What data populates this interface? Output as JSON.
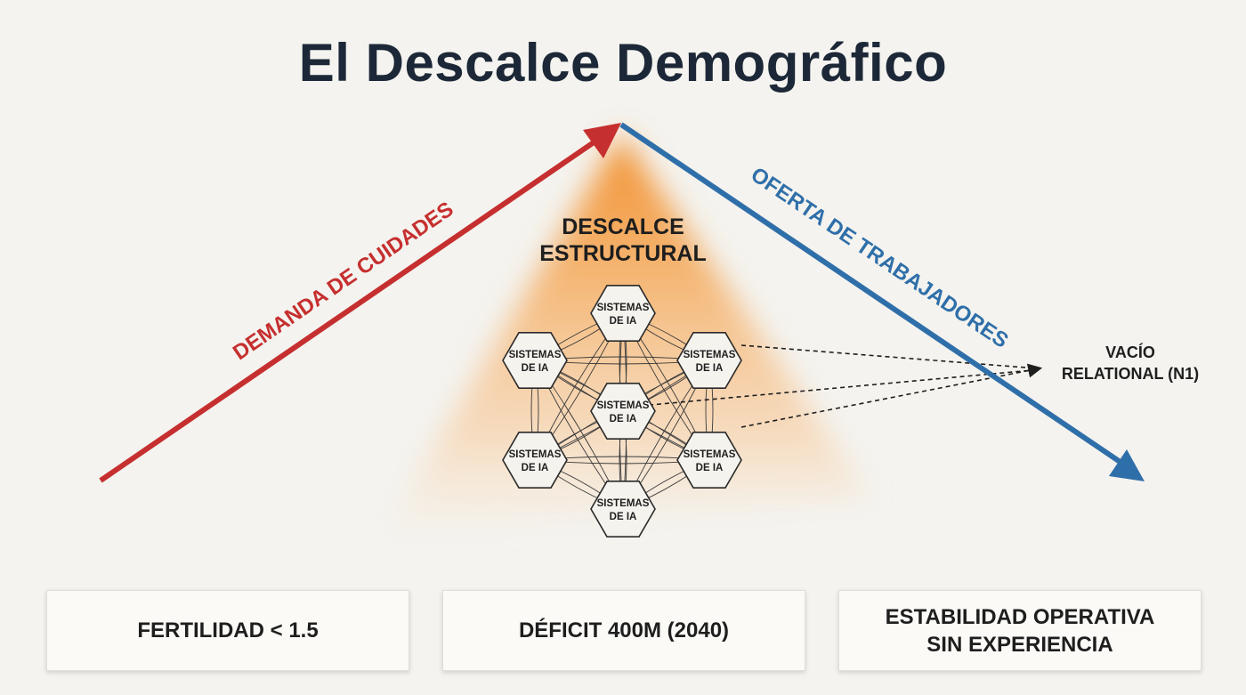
{
  "title": "El Descalce Demográfico",
  "arrows": {
    "demand_label": "DEMANDA DE CUIDADES",
    "supply_label": "OFERTA DE TRABAJADORES",
    "demand_color": "#c62f2f",
    "supply_color": "#2f6fa9"
  },
  "center": {
    "label": "DESCALCE\nESTRUCTURAL",
    "glow_color": "#f39233"
  },
  "hexagons": [
    {
      "id": "top",
      "line1": "SISTEMAS",
      "line2": "DE IA"
    },
    {
      "id": "upper-left",
      "line1": "SISTEMAS",
      "line2": "DE IA"
    },
    {
      "id": "upper-right",
      "line1": "SISTEMAS",
      "line2": "DE IA"
    },
    {
      "id": "middle",
      "line1": "SISTEMAS",
      "line2": "DE IA"
    },
    {
      "id": "lower-left",
      "line1": "SISTEMAS",
      "line2": "DE IA"
    },
    {
      "id": "lower-right",
      "line1": "SISTEMAS",
      "line2": "DE IA"
    },
    {
      "id": "bottom",
      "line1": "SISTEMAS",
      "line2": "DE IA"
    }
  ],
  "gap_label": {
    "line1": "VACÍO",
    "line2": "RELATIONAL (N1)"
  },
  "boxes": [
    {
      "text": "FERTILIDAD < 1.5"
    },
    {
      "text": "DÉFICIT 400M (2040)"
    },
    {
      "text": "ESTABILIDAD OPERATIVA\nSIN EXPERIENCIA"
    }
  ]
}
